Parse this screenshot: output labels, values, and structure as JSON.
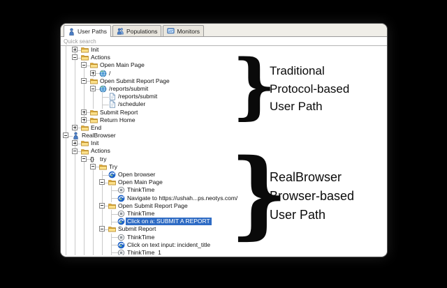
{
  "tabs": [
    {
      "label": "User Paths",
      "icon": "user-path-icon",
      "active": true
    },
    {
      "label": "Populations",
      "icon": "populations-icon",
      "active": false
    },
    {
      "label": "Monitors",
      "icon": "monitors-icon",
      "active": false
    }
  ],
  "search": {
    "placeholder": "Quick search"
  },
  "tree": {
    "rows": [
      {
        "level": 1,
        "expand": "+",
        "icon": "folder",
        "label": "Init"
      },
      {
        "level": 1,
        "expand": "-",
        "icon": "folder",
        "label": "Actions"
      },
      {
        "level": 2,
        "expand": "-",
        "icon": "folder",
        "label": "Open Main Page"
      },
      {
        "level": 3,
        "expand": "+",
        "icon": "globe",
        "label": "/"
      },
      {
        "level": 2,
        "expand": "-",
        "icon": "folder",
        "label": "Open Submit Report Page"
      },
      {
        "level": 3,
        "expand": "-",
        "icon": "globe",
        "label": "/reports/submit"
      },
      {
        "level": 4,
        "expand": null,
        "icon": "page",
        "label": "/reports/submit"
      },
      {
        "level": 4,
        "expand": null,
        "icon": "page",
        "label": "/scheduler"
      },
      {
        "level": 2,
        "expand": "+",
        "icon": "folder",
        "label": "Submit Report"
      },
      {
        "level": 2,
        "expand": "+",
        "icon": "folder",
        "label": "Return Home"
      },
      {
        "level": 1,
        "expand": "+",
        "icon": "folder",
        "label": "End"
      },
      {
        "level": 0,
        "expand": "-",
        "icon": "user",
        "label": "RealBrowser"
      },
      {
        "level": 1,
        "expand": "+",
        "icon": "folder",
        "label": "Init"
      },
      {
        "level": 1,
        "expand": "-",
        "icon": "folder",
        "label": "Actions"
      },
      {
        "level": 2,
        "expand": "-",
        "icon": "braces",
        "label": "try"
      },
      {
        "level": 3,
        "expand": "-",
        "icon": "folder",
        "label": "Try"
      },
      {
        "level": 4,
        "expand": null,
        "icon": "browser",
        "label": "Open browser"
      },
      {
        "level": 4,
        "expand": "-",
        "icon": "folder",
        "label": "Open Main Page"
      },
      {
        "level": 5,
        "expand": null,
        "icon": "thinktime",
        "label": "ThinkTime"
      },
      {
        "level": 5,
        "expand": null,
        "icon": "browser",
        "label": "Navigate to https://ushah...ps.neotys.com/"
      },
      {
        "level": 4,
        "expand": "-",
        "icon": "folder",
        "label": "Open Submit Report Page"
      },
      {
        "level": 5,
        "expand": null,
        "icon": "thinktime",
        "label": "ThinkTime"
      },
      {
        "level": 5,
        "expand": null,
        "icon": "browser",
        "label": "Click on a: SUBMIT A REPORT",
        "selected": true
      },
      {
        "level": 4,
        "expand": "-",
        "icon": "folder",
        "label": "Submit Report"
      },
      {
        "level": 5,
        "expand": null,
        "icon": "thinktime",
        "label": "ThinkTime"
      },
      {
        "level": 5,
        "expand": null,
        "icon": "browser",
        "label": "Click on text input: incident_title"
      },
      {
        "level": 5,
        "expand": null,
        "icon": "thinktime",
        "label": "ThinkTime_1"
      }
    ]
  },
  "annotations": [
    {
      "brace": "}",
      "lines": [
        "Traditional",
        "Protocol-based",
        "User Path"
      ]
    },
    {
      "brace": "}",
      "lines": [
        "RealBrowser",
        "Browser-based",
        "User Path"
      ]
    }
  ],
  "colors": {
    "selection_blue": "#2e6bc4",
    "folder_yellow": "#f6cf5c",
    "action_icon_blue": "#1e62c8",
    "annotation_text": "#0a0a0a",
    "background": "#000000"
  }
}
